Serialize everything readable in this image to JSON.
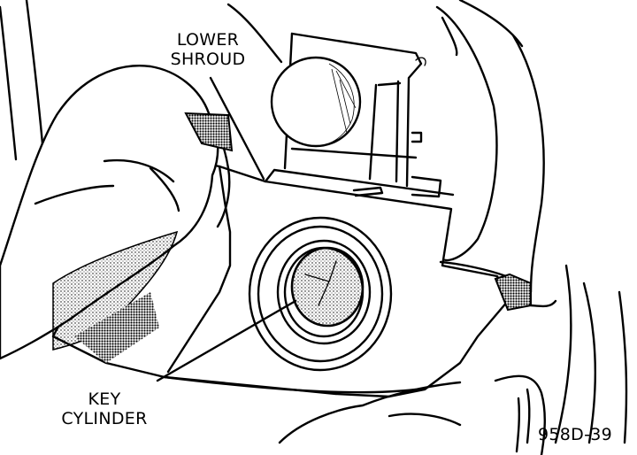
{
  "labels": {
    "lower_shroud_line1": "LOWER",
    "lower_shroud_line2": "SHROUD",
    "key_cylinder_line1": "KEY",
    "key_cylinder_line2": "CYLINDER",
    "figure_id": "958D-39"
  },
  "colors": {
    "ink": "#000000",
    "background": "#ffffff"
  }
}
